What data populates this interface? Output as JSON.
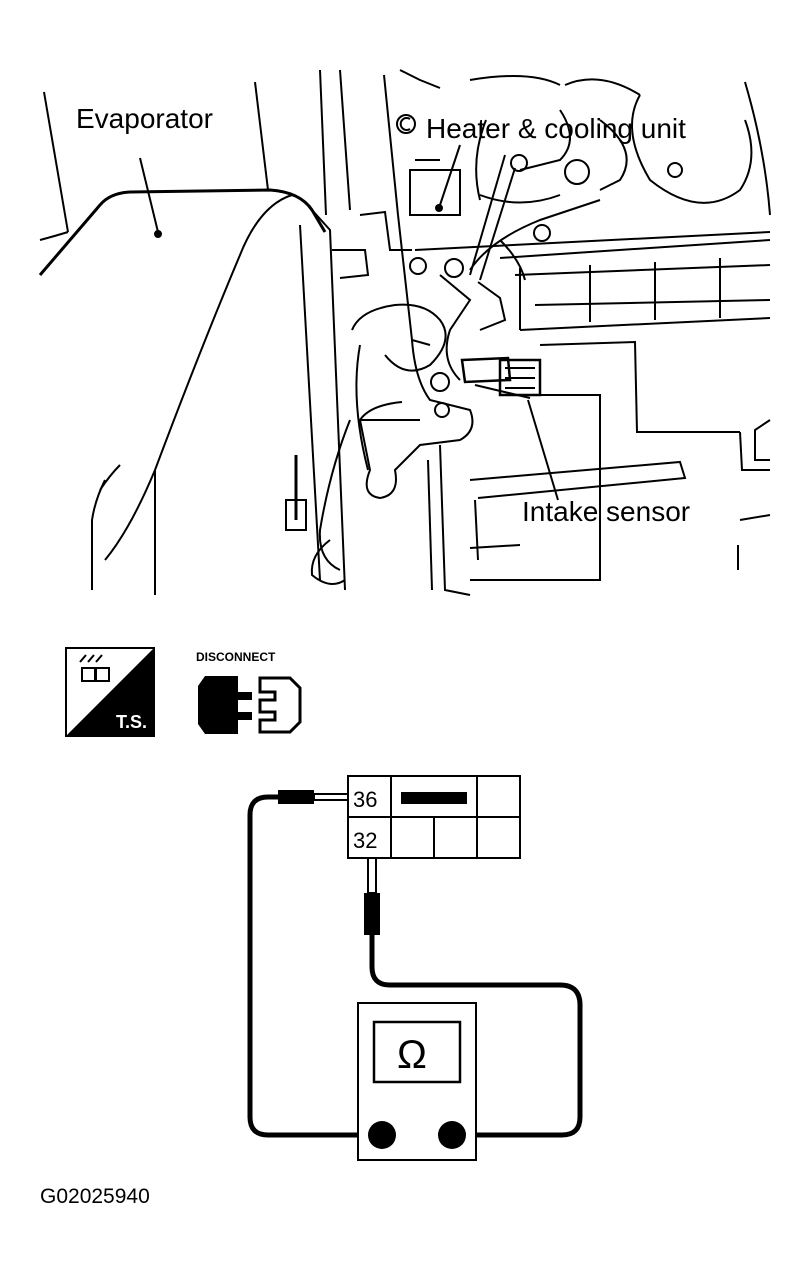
{
  "labels": {
    "evaporator": "Evaporator",
    "heater_unit": "Heater & cooling unit",
    "intake_sensor": "Intake sensor"
  },
  "icons": {
    "ts_icon": "T.S.",
    "disconnect_title": "DISCONNECT"
  },
  "connector": {
    "pin_top": "36",
    "pin_bottom": "32"
  },
  "meter": {
    "symbol": "Ω"
  },
  "figure_code": "G02025940"
}
